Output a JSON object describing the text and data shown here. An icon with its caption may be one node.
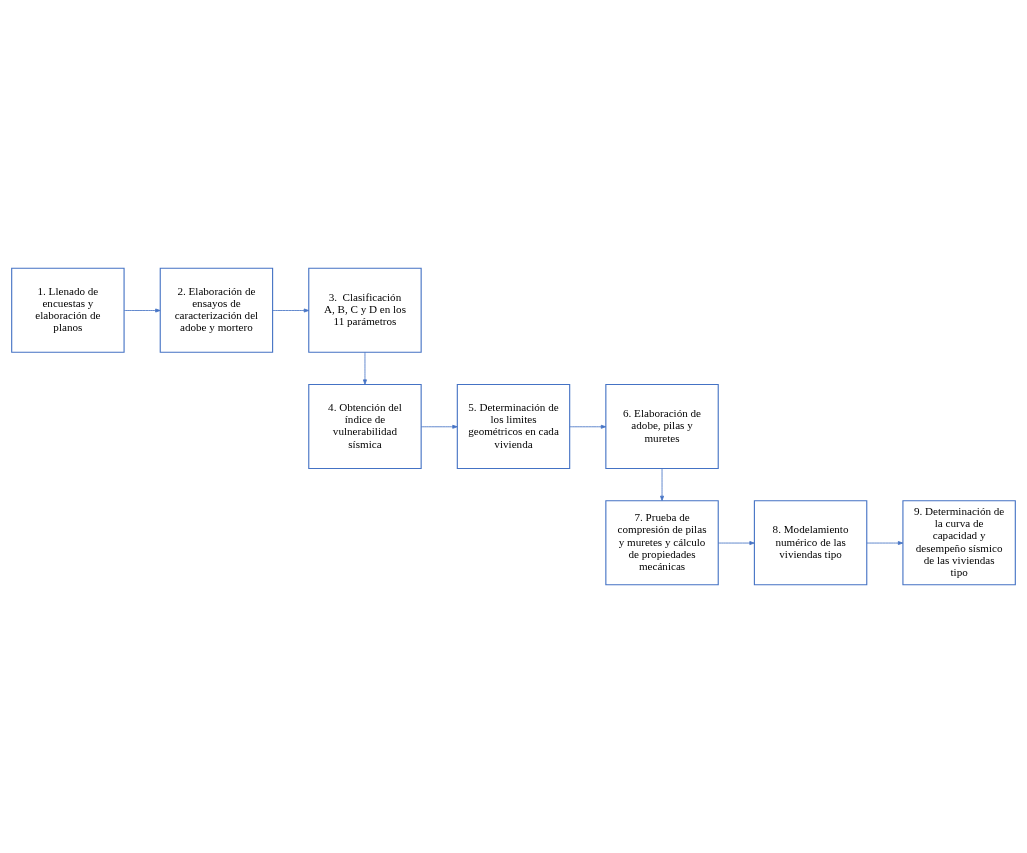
{
  "diagram": {
    "nodes": [
      {
        "text": [
          "1. Llenado de encuestas y elaboración de planos"
        ]
      },
      {
        "text": [
          "2. Elaboración de ensayos de caracterización del adobe y mortero"
        ]
      },
      {
        "text": [
          "3.  Clasificación A, B, C y D en los 11 parámetros"
        ]
      },
      {
        "text": [
          "4. Obtención del índice de vulnerabilidad sísmica"
        ]
      },
      {
        "text": [
          "5. Determinación de los limites geométricos en cada vivienda"
        ]
      },
      {
        "text": [
          "6. Elaboración de adobe, pilas y muretes"
        ]
      },
      {
        "text": [
          "7. Prueba de compresión de pilas y muretes y cálculo de propiedades mecánicas"
        ]
      },
      {
        "text": [
          "8. Modelamiento numérico de las viviendas tipo"
        ]
      },
      {
        "text": [
          "9. Determinación de la curva de capacidad y desempeño sísmico de las viviendas tipo"
        ]
      }
    ],
    "edges": [
      {
        "from": 0,
        "to": 1,
        "arrow": "to"
      },
      {
        "from": 1,
        "to": 2,
        "arrow": "to"
      },
      {
        "from": 2,
        "to": 3,
        "arrow": "to"
      },
      {
        "from": 3,
        "to": 4,
        "arrow": "to"
      },
      {
        "from": 4,
        "to": 5,
        "arrow": "to"
      },
      {
        "from": 5,
        "to": 6,
        "arrow": "to"
      },
      {
        "from": 6,
        "to": 7,
        "arrow": "to"
      },
      {
        "from": 7,
        "to": 8,
        "arrow": "to"
      }
    ]
  }
}
